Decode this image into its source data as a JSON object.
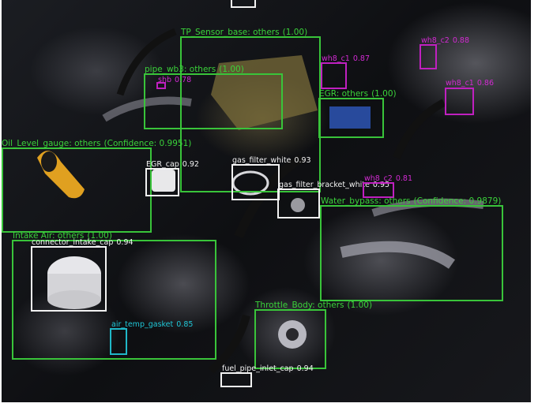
{
  "detections": [
    {
      "label": "TP_Sensor_base: others",
      "score": "(1.00)"
    },
    {
      "label": "pipe_wb3: others",
      "score": "(1.00)"
    },
    {
      "label": "shb",
      "score": "0.78"
    },
    {
      "label": "wh8_c1",
      "score": "0.87"
    },
    {
      "label": "wh8_c2",
      "score": "0.88"
    },
    {
      "label": "wh8_c1",
      "score": "0.86"
    },
    {
      "label": "EGR: others",
      "score": "(1.00)"
    },
    {
      "label": "Oil_Level_gauge: others",
      "score": "(Confidence: 0.9951)"
    },
    {
      "label": "EGR_cap",
      "score": "0.92"
    },
    {
      "label": "gas_filter_white",
      "score": "0.93"
    },
    {
      "label": "gas_filter_bracket_white",
      "score": "0.95"
    },
    {
      "label": "wh8_c2",
      "score": "0.81"
    },
    {
      "label": "Water_bypass: others",
      "score": "(Confidence: 0.9879)"
    },
    {
      "label": "Intake Air: others",
      "score": "(1.00)"
    },
    {
      "label": "connector_intake_cap",
      "score": "0.94"
    },
    {
      "label": "air_temp_gasket",
      "score": "0.85"
    },
    {
      "label": "Throttle_Body: others",
      "score": "(1.00)"
    },
    {
      "label": "fuel_pipe_inlet_cap",
      "score": "0.94"
    }
  ]
}
